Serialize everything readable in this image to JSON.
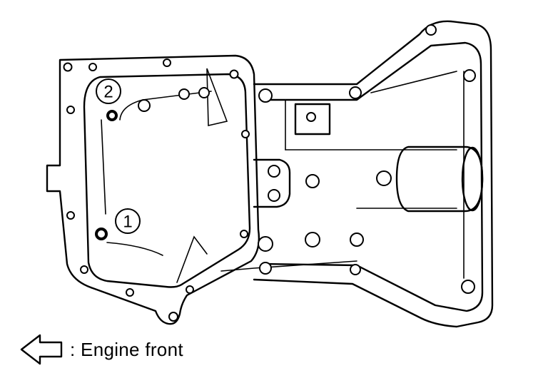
{
  "callouts": [
    {
      "label": "1"
    },
    {
      "label": "2"
    }
  ],
  "legend": {
    "text": ": Engine front",
    "icon": "left-arrow-icon"
  },
  "colors": {
    "line": "#000000",
    "background": "#ffffff"
  }
}
